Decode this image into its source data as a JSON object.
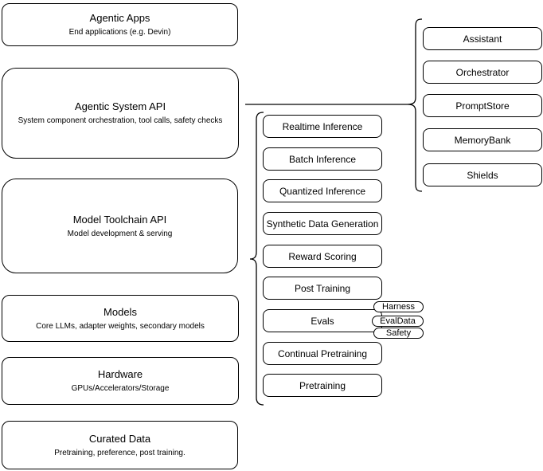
{
  "diagram": {
    "left_stack": [
      {
        "title": "Agentic Apps",
        "subtitle": "End applications (e.g. Devin)"
      },
      {
        "title": "Agentic System API",
        "subtitle": "System component orchestration, tool calls, safety checks"
      },
      {
        "title": "Model Toolchain API",
        "subtitle": "Model development & serving"
      },
      {
        "title": "Models",
        "subtitle": "Core LLMs, adapter weights, secondary models"
      },
      {
        "title": "Hardware",
        "subtitle": "GPUs/Accelerators/Storage"
      },
      {
        "title": "Curated Data",
        "subtitle": "Pretraining, preference, post training."
      }
    ],
    "toolchain_group": {
      "items": [
        "Realtime Inference",
        "Batch Inference",
        "Quantized Inference",
        "Synthetic Data Generation",
        "Reward Scoring",
        "Post Training",
        "Evals",
        "Continual Pretraining",
        "Pretraining"
      ],
      "evals_sub_items": [
        "Harness",
        "EvalData",
        "Safety"
      ]
    },
    "system_group": {
      "items": [
        "Assistant",
        "Orchestrator",
        "PromptStore",
        "MemoryBank",
        "Shields"
      ]
    },
    "colors": {
      "stroke": "#000000",
      "background": "#ffffff"
    }
  }
}
